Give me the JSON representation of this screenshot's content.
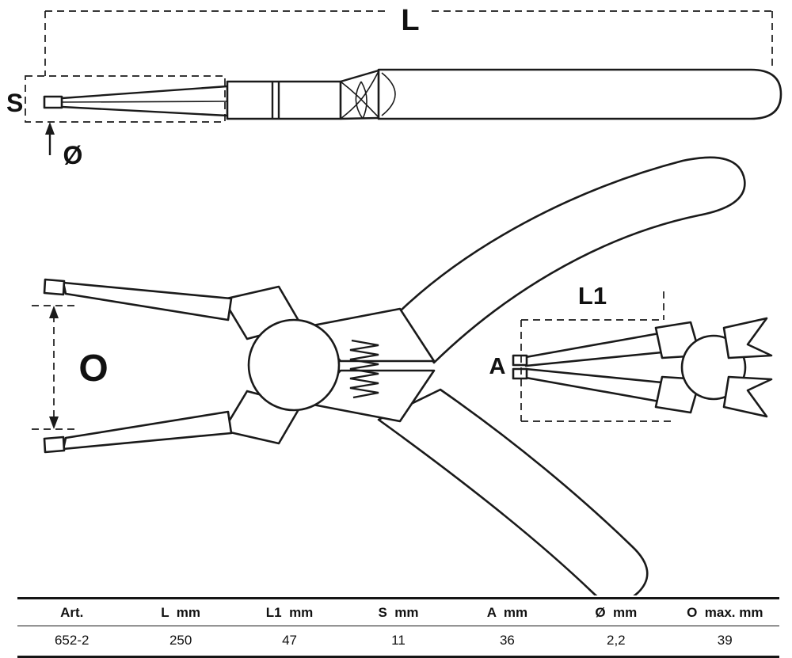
{
  "diagram": {
    "labels": {
      "L": "L",
      "S": "S",
      "diameter": "Ø",
      "O": "O",
      "L1": "L1",
      "A": "A"
    }
  },
  "table": {
    "headers": [
      "Art.",
      "L  mm",
      "L1  mm",
      "S  mm",
      "A  mm",
      "Ø  mm",
      "O  max. mm"
    ],
    "row": [
      "652-2",
      "250",
      "47",
      "11",
      "36",
      "2,2",
      "39"
    ]
  }
}
